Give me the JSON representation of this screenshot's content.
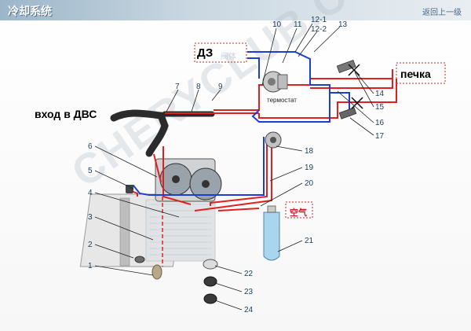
{
  "header": {
    "title": "冷却系统",
    "back_link": "返回上一级"
  },
  "annotations": {
    "dz": "ДЗ",
    "dz_cn": "阀体",
    "pechka": "печка",
    "vhod_dvs": "вход в ДВС",
    "thermostat": "термостат",
    "air": "空气"
  },
  "watermark": "CHERYCLUB.COM",
  "callouts": [
    "1",
    "2",
    "3",
    "4",
    "5",
    "6",
    "7",
    "8",
    "9",
    "10",
    "11",
    "12-1",
    "12-2",
    "13",
    "14",
    "15",
    "16",
    "17",
    "18",
    "19",
    "20",
    "21",
    "22",
    "23",
    "24"
  ],
  "colors": {
    "hot_line": "#e02020",
    "cold_line": "#1a3fd6",
    "annotation_box": "#c62828",
    "leader": "#222222"
  }
}
